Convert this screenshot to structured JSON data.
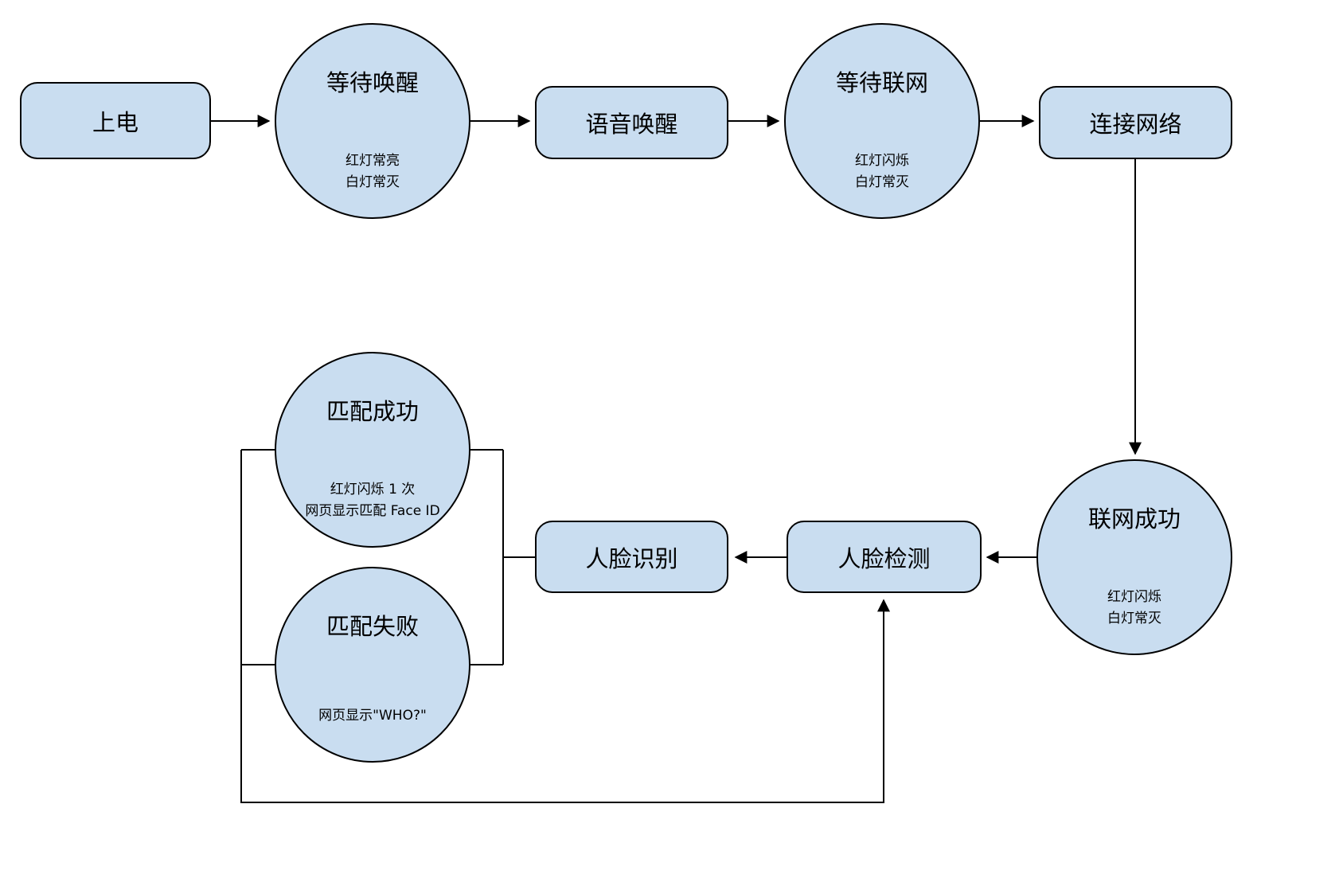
{
  "diagram": {
    "title": "device-boot-and-face-id-flow",
    "colors": {
      "node_fill": "#c9ddf0",
      "node_border": "#000000",
      "background": "#ffffff",
      "connector": "#000000"
    },
    "nodes": {
      "power_on": {
        "label": "上电"
      },
      "wait_wake": {
        "title": "等待唤醒",
        "sub1": "红灯常亮",
        "sub2": "白灯常灭"
      },
      "voice_wake": {
        "label": "语音唤醒"
      },
      "wait_network": {
        "title": "等待联网",
        "sub1": "红灯闪烁",
        "sub2": "白灯常灭"
      },
      "connect_network": {
        "label": "连接网络"
      },
      "network_success": {
        "title": "联网成功",
        "sub1": "红灯闪烁",
        "sub2": "白灯常灭"
      },
      "face_detect": {
        "label": "人脸检测"
      },
      "face_recognize": {
        "label": "人脸识别"
      },
      "match_success": {
        "title": "匹配成功",
        "sub1": "红灯闪烁 1 次",
        "sub2": "网页显示匹配 Face ID"
      },
      "match_fail": {
        "title": "匹配失败",
        "sub1": "网页显示\"WHO?\""
      }
    }
  }
}
